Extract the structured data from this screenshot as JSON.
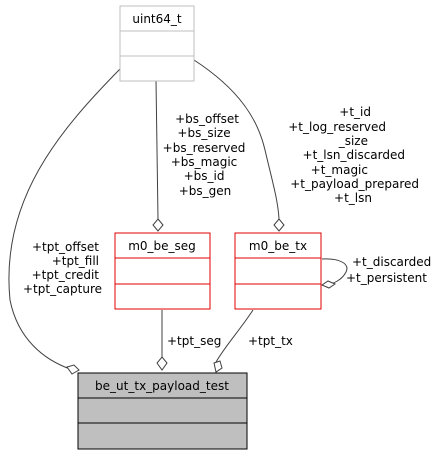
{
  "nodes": {
    "uint64": {
      "title": "uint64_t"
    },
    "m0_be_seg": {
      "title": "m0_be_seg"
    },
    "m0_be_tx": {
      "title": "m0_be_tx"
    },
    "main": {
      "title": "be_ut_tx_payload_test"
    }
  },
  "edge_labels": {
    "uint64_to_main": [
      "+tpt_offset",
      "+tpt_fill",
      "+tpt_credit",
      "+tpt_capture"
    ],
    "uint64_to_seg": [
      "+bs_offset",
      "+bs_size",
      "+bs_reserved",
      "+bs_magic",
      "+bs_id",
      "+bs_gen"
    ],
    "uint64_to_tx": [
      "+t_id",
      "+t_log_reserved",
      "_size",
      "+t_lsn_discarded",
      "+t_magic",
      "+t_payload_prepared",
      "+t_lsn"
    ],
    "tx_self": [
      "+t_discarded",
      "+t_persistent"
    ],
    "seg_to_main": [
      "+tpt_seg"
    ],
    "tx_to_main": [
      "+tpt_tx"
    ]
  },
  "colors": {
    "edge": "#404040",
    "grey_border": "#bfbfbf",
    "red_border": "#e00000",
    "main_fill": "#bfbfbf"
  }
}
